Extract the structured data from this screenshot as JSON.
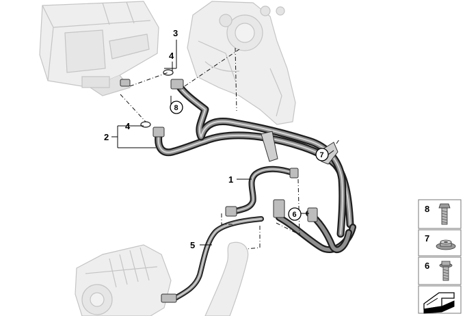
{
  "callouts": {
    "c1": "1",
    "c2": "2",
    "c3": "3",
    "c4a": "4",
    "c4b": "4",
    "c5": "5",
    "c6": "6",
    "c7": "7",
    "c8": "8"
  },
  "legend": {
    "items": [
      {
        "number": "8",
        "icon": "hex-bolt-icon"
      },
      {
        "number": "7",
        "icon": "collar-nut-icon"
      },
      {
        "number": "6",
        "icon": "flange-bolt-icon"
      }
    ],
    "footer_icon": "catalog-arrow-icon"
  }
}
